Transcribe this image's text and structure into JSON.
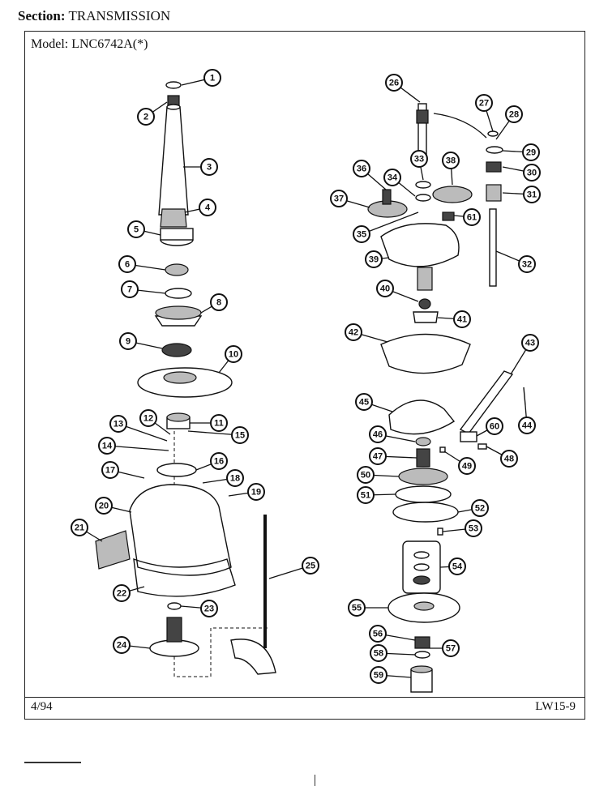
{
  "header": {
    "section_label": "Section:",
    "section_value": "TRANSMISSION"
  },
  "model": {
    "label": "Model:",
    "value": "LNC6742A(*)"
  },
  "footer": {
    "date": "4/94",
    "page_code": "LW15-9"
  },
  "callouts": [
    "1",
    "2",
    "3",
    "4",
    "5",
    "6",
    "7",
    "8",
    "9",
    "10",
    "11",
    "12",
    "13",
    "14",
    "15",
    "16",
    "17",
    "18",
    "19",
    "20",
    "21",
    "22",
    "23",
    "24",
    "25",
    "26",
    "27",
    "28",
    "29",
    "30",
    "31",
    "32",
    "33",
    "34",
    "35",
    "36",
    "37",
    "38",
    "39",
    "40",
    "41",
    "42",
    "43",
    "44",
    "45",
    "46",
    "47",
    "48",
    "49",
    "50",
    "51",
    "52",
    "53",
    "54",
    "55",
    "56",
    "57",
    "58",
    "59",
    "60",
    "61"
  ]
}
